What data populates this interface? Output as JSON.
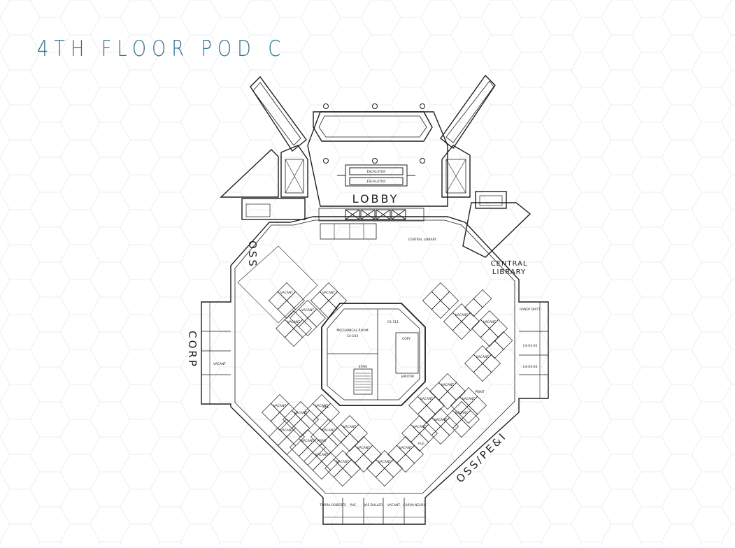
{
  "page_title": "4TH FLOOR POD C",
  "colors": {
    "title": "#2f6f8a",
    "lines": "#1e1e1e",
    "pattern": "#e9eef2"
  },
  "zones": {
    "lobby": "LOBBY",
    "oss": "OSS",
    "corp": "CORP",
    "central_library": "CENTRAL\nLIBRARY",
    "oss_pei": "OSS/PE&I"
  },
  "rooms": {
    "mechanical_room": "MECHANICAL ROOM",
    "stair": "STAIR",
    "janitor": "JANITOR",
    "copy": "COPY",
    "escalator_up": "ESCALATOR",
    "escalator_down": "ESCALATOR",
    "central_library_room": "CENTRAL LIBRARY",
    "c4_111": "C4-111",
    "c4_103": "C4-103",
    "c4_03_03": "C4-03-03",
    "c4_03_05": "C4-03-05",
    "randy": "RANDY BRITT",
    "bottom_offices": [
      "TORRA ROBERTS",
      "PHC",
      "JOE BULLER",
      "VACANT",
      "CARYN NEURIL"
    ],
    "vacant": "VACANT",
    "print": "PRINT",
    "file": "FILE"
  }
}
